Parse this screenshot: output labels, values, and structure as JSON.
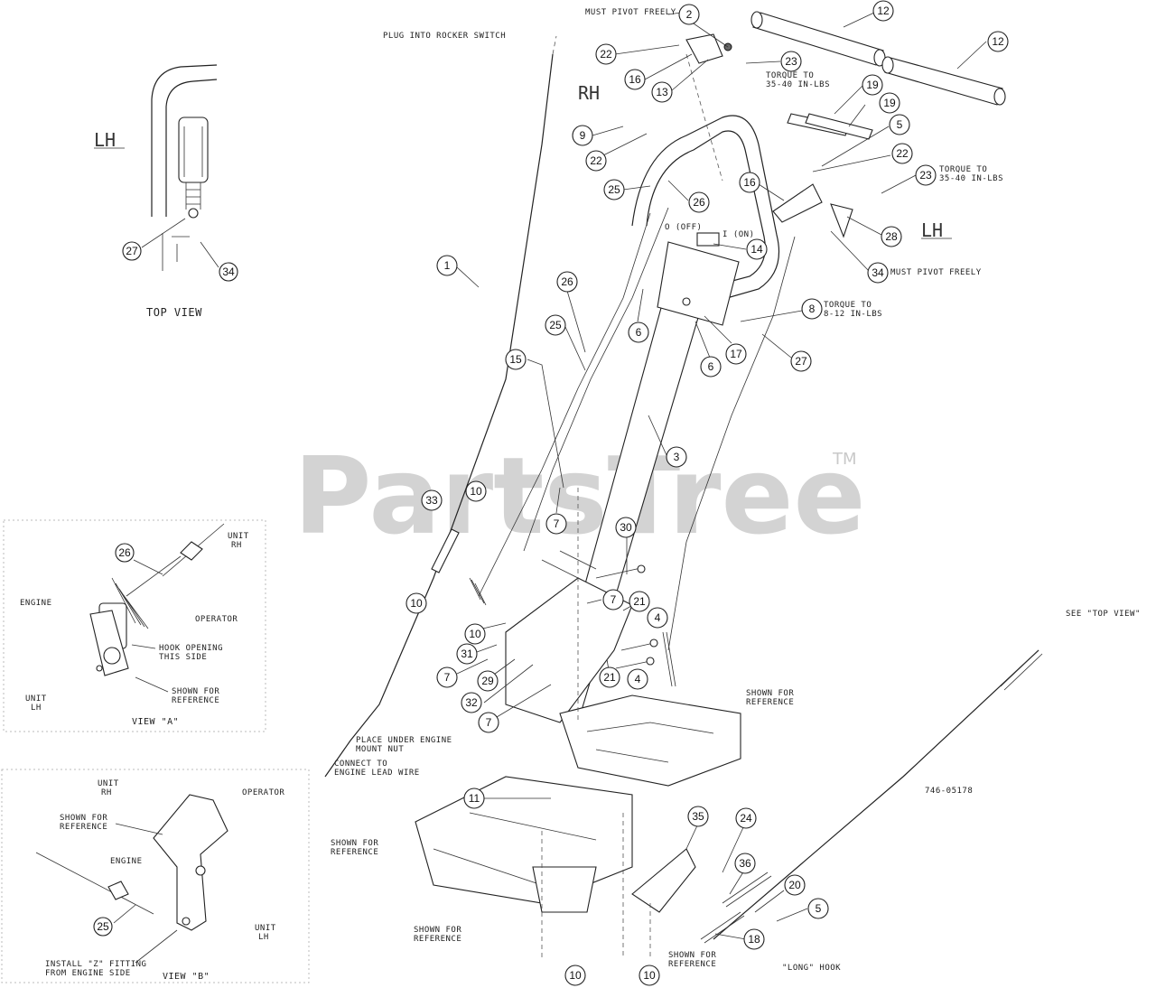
{
  "watermark": {
    "text": "PartsTree",
    "tm": "TM"
  },
  "side_labels": {
    "rh": "RH",
    "lh": "LH",
    "lh_top": "LH"
  },
  "notes": {
    "must_pivot_top": "MUST PIVOT FREELY",
    "plug_rocker": "PLUG INTO ROCKER SWITCH",
    "torque_13": "TORQUE TO",
    "torque_13b": "35-40 IN-LBS",
    "torque_23a": "TORQUE TO",
    "torque_23b": "35-40 IN-LBS",
    "must_pivot_34": "MUST PIVOT FREELY",
    "torque_8a": "TORQUE TO",
    "torque_8b": "8-12 IN-LBS",
    "off": "O (OFF)",
    "on": "I (ON)",
    "shown_ref_1a": "SHOWN FOR",
    "shown_ref_1b": "REFERENCE",
    "place_under_a": "PLACE UNDER ENGINE",
    "place_under_b": "MOUNT NUT",
    "connect_a": "CONNECT TO",
    "connect_b": "ENGINE LEAD WIRE",
    "see_top": "SEE \"TOP VIEW\"",
    "part_no": "746-05178",
    "shown_ref_2a": "SHOWN FOR",
    "shown_ref_2b": "REFERENCE",
    "shown_ref_3a": "SHOWN FOR",
    "shown_ref_3b": "REFERENCE",
    "shown_ref_4a": "SHOWN FOR",
    "shown_ref_4b": "REFERENCE",
    "long_hook": "\"LONG\" HOOK"
  },
  "top_view": {
    "title": "TOP VIEW",
    "callouts": [
      "27",
      "34"
    ]
  },
  "view_a": {
    "title": "VIEW \"A\"",
    "engine": "ENGINE",
    "operator": "OPERATOR",
    "unit_rh_a": "UNIT",
    "unit_rh_b": "RH",
    "unit_lh_a": "UNIT",
    "unit_lh_b": "LH",
    "hook_a": "HOOK OPENING",
    "hook_b": "THIS SIDE",
    "shown_a": "SHOWN FOR",
    "shown_b": "REFERENCE",
    "callout": "26"
  },
  "view_b": {
    "title": "VIEW \"B\"",
    "unit_rh_a": "UNIT",
    "unit_rh_b": "RH",
    "operator": "OPERATOR",
    "shown_a": "SHOWN FOR",
    "shown_b": "REFERENCE",
    "engine": "ENGINE",
    "unit_lh_a": "UNIT",
    "unit_lh_b": "LH",
    "install_a": "INSTALL \"Z\" FITTING",
    "install_b": "FROM ENGINE SIDE",
    "callout": "25"
  },
  "callouts": [
    "2",
    "12",
    "12",
    "22",
    "16",
    "23",
    "13",
    "19",
    "19",
    "9",
    "5",
    "22",
    "22",
    "25",
    "26",
    "16",
    "23",
    "28",
    "14",
    "34",
    "1",
    "26",
    "6",
    "8",
    "25",
    "17",
    "6",
    "27",
    "15",
    "3",
    "33",
    "10",
    "7",
    "30",
    "10",
    "7",
    "21",
    "4",
    "10",
    "31",
    "7",
    "29",
    "21",
    "4",
    "32",
    "7",
    "11",
    "35",
    "24",
    "36",
    "20",
    "5",
    "18",
    "10",
    "10"
  ]
}
